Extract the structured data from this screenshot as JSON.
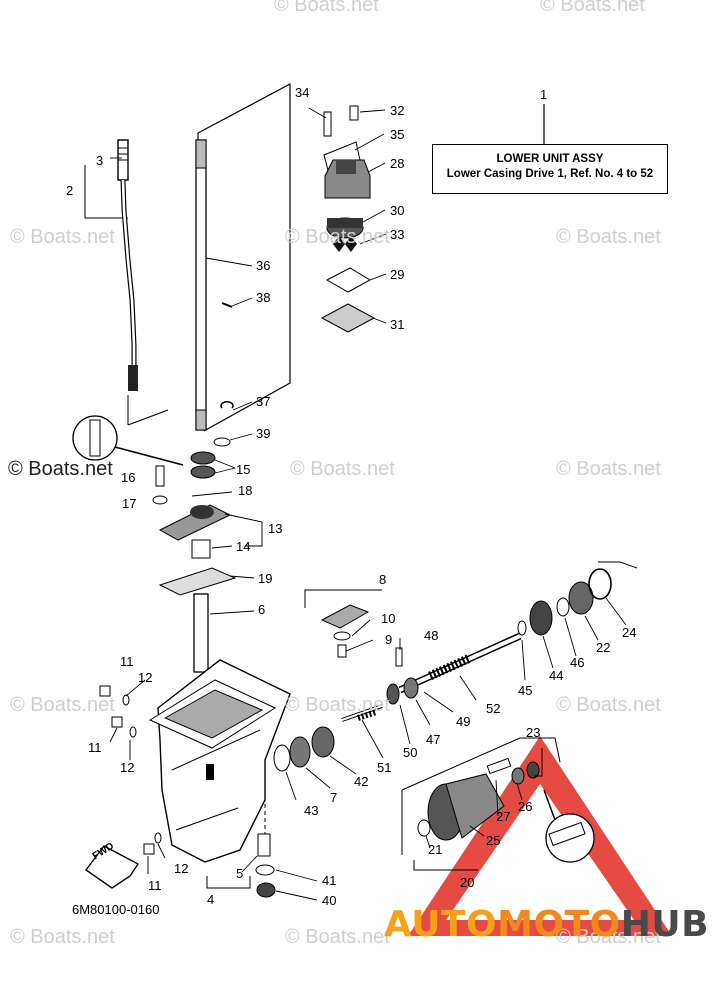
{
  "watermark": "© Boats.net",
  "info_box": {
    "title": "LOWER UNIT ASSY",
    "subtitle": "Lower Casing Drive 1,  Ref. No. 4 to 52"
  },
  "part_code": "6M80100-0160",
  "fwd_label": "FWD",
  "brand": {
    "part1": "AUTO",
    "part2": "MOTO",
    "part3": "HUB"
  },
  "callouts": [
    "1",
    "2",
    "3",
    "4",
    "5",
    "6",
    "7",
    "8",
    "9",
    "10",
    "11",
    "11",
    "11",
    "12",
    "12",
    "12",
    "13",
    "14",
    "15",
    "16",
    "17",
    "18",
    "19",
    "20",
    "21",
    "22",
    "23",
    "24",
    "25",
    "26",
    "27",
    "28",
    "29",
    "30",
    "31",
    "32",
    "33",
    "34",
    "35",
    "36",
    "37",
    "38",
    "39",
    "40",
    "41",
    "42",
    "43",
    "44",
    "45",
    "46",
    "47",
    "48",
    "49",
    "50",
    "51",
    "52"
  ]
}
